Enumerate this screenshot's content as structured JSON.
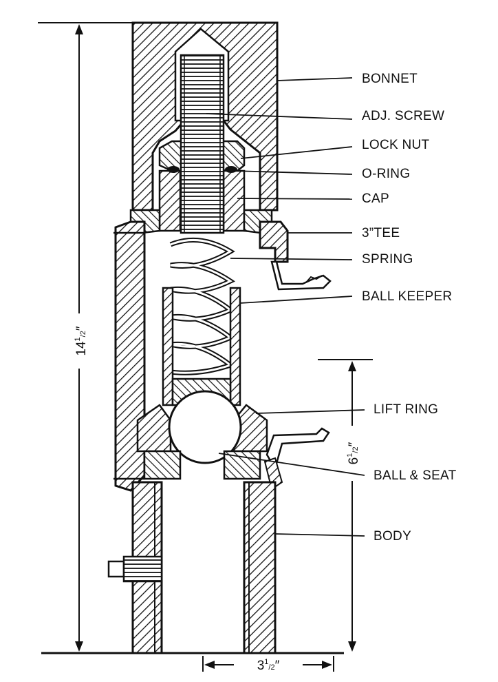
{
  "labels": {
    "bonnet": "BONNET",
    "adj_screw": "ADJ. SCREW",
    "lock_nut": "LOCK NUT",
    "o_ring": "O-RING",
    "cap": "CAP",
    "tee": "3”TEE",
    "spring": "SPRING",
    "ball_keeper": "BALL KEEPER",
    "lift_ring": "LIFT RING",
    "ball_seat": "BALL & SEAT",
    "body": "BODY"
  },
  "dimensions": {
    "overall_height": {
      "whole": "14",
      "num": "1",
      "den": "2",
      "unit": "″"
    },
    "lower_height": {
      "whole": "6",
      "num": "1",
      "den": "2",
      "unit": "″"
    },
    "width": {
      "whole": "3",
      "num": "1",
      "den": "2",
      "unit": "″"
    }
  },
  "colors": {
    "ink": "#111111",
    "paper": "#ffffff"
  }
}
